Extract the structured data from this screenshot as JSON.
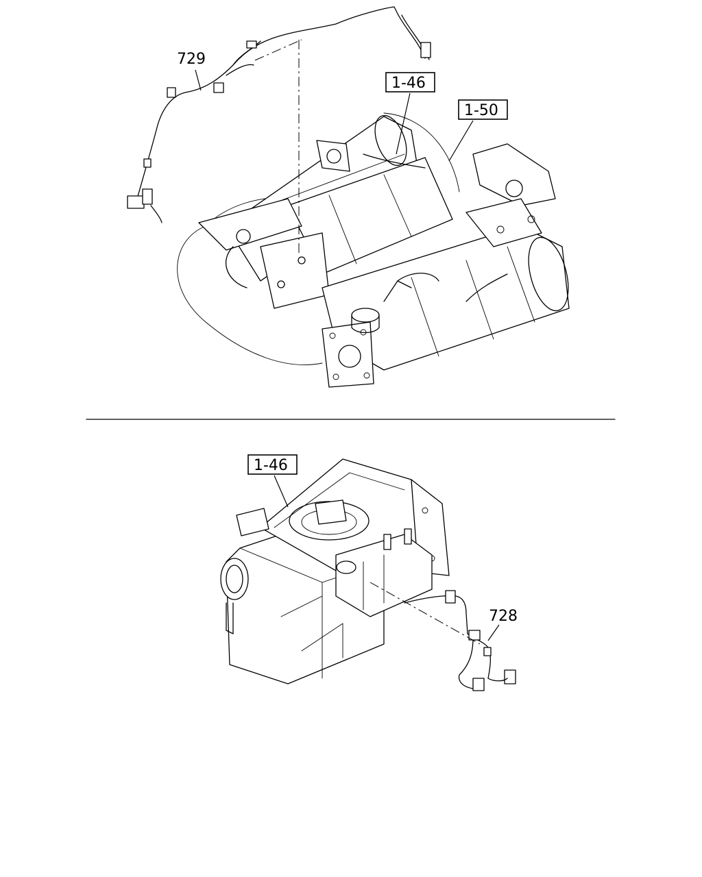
{
  "callouts": {
    "top_harness": "729",
    "top_ref_a": "1-46",
    "top_ref_b": "1-50",
    "bottom_ref": "1-46",
    "bottom_harness": "728"
  },
  "colors": {
    "line": "#000000",
    "background": "#ffffff"
  }
}
